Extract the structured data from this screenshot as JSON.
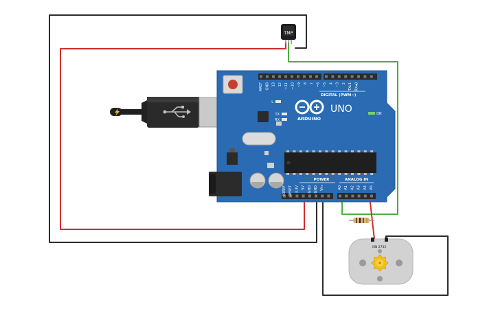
{
  "board": {
    "model": "UNO",
    "brand": "ARDUINO",
    "digital_header": "DIGITAL (PWM~)",
    "analog_header": "ANALOG IN",
    "power_header": "POWER",
    "on_label": "ON",
    "l_label": "L",
    "tx_label": "TX",
    "rx_label": "RX",
    "digital_pins": [
      "AREF",
      "GND",
      "13",
      "12",
      "~11",
      "~10",
      "~9",
      "8",
      "7",
      "~6",
      "~5",
      "4",
      "~3",
      "2",
      "TX▸1",
      "RX◂0"
    ],
    "power_pins": [
      "IOREF",
      "RESET",
      "3.3V",
      "5V",
      "GND",
      "GND",
      "Vin"
    ],
    "analog_pins": [
      "A0",
      "A1",
      "A2",
      "A3",
      "A4",
      "A5"
    ]
  },
  "sensor": {
    "label": "TMP"
  },
  "motor": {
    "label": "ISN 2735"
  },
  "colors": {
    "board": "#2a6bb3",
    "wire_red": "#d42c2c",
    "wire_black": "#2b2b2b",
    "wire_green": "#4cae3c",
    "motor_gear": "#f2c21c"
  }
}
